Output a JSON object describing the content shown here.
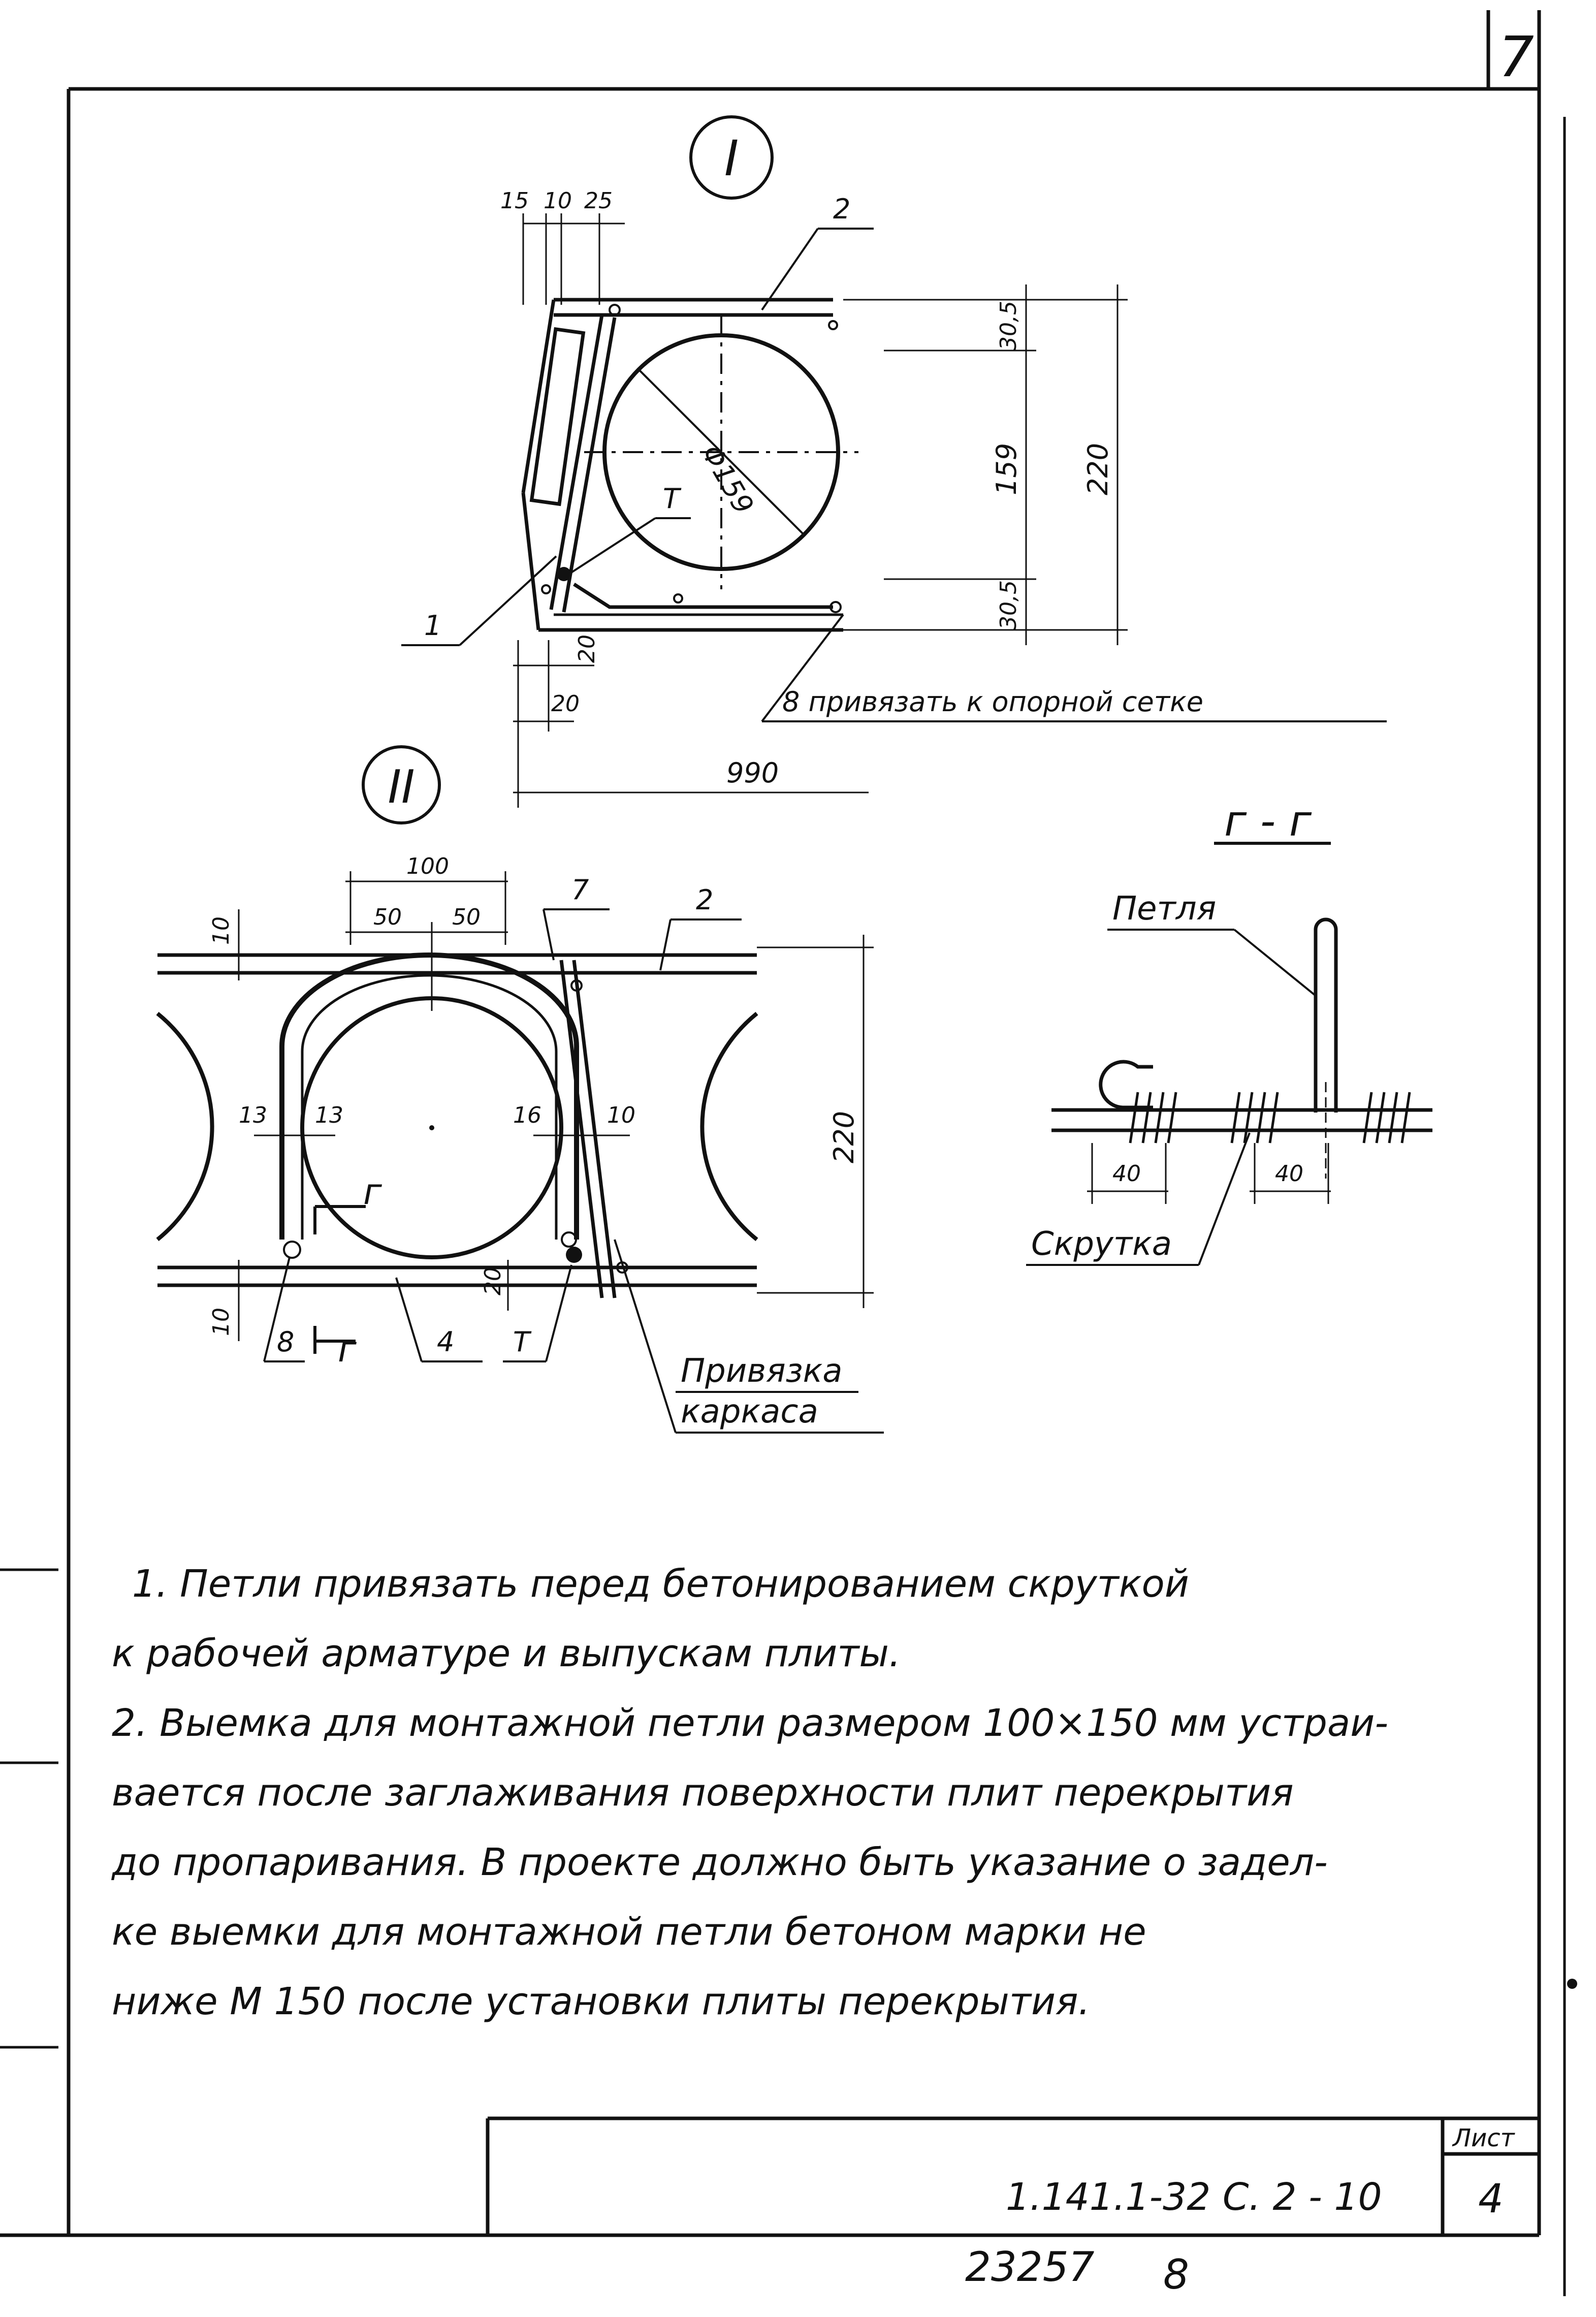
{
  "sheet_corner_number": "7",
  "detail_1": {
    "marker": "I",
    "dims_top": [
      "15",
      "10",
      "25"
    ],
    "diameter": "Φ159",
    "height_parts": [
      "30,5",
      "159",
      "30,5"
    ],
    "height_total": "220",
    "offsets": [
      "20",
      "20"
    ],
    "width": "990",
    "callouts": [
      "1",
      "2",
      "T"
    ],
    "note": "8 привязать к опорной сетке"
  },
  "detail_2": {
    "marker": "II",
    "dim_100": "100",
    "dim_50": [
      "50",
      "50"
    ],
    "dim_10": [
      "10",
      "10"
    ],
    "dim_13": [
      "13",
      "13"
    ],
    "dim_16": "16",
    "dim_10b": "10",
    "dim_20": "20",
    "height": "220",
    "callouts": [
      "7",
      "2",
      "8",
      "4",
      "T"
    ],
    "section_mark": "г",
    "frame_note_1": "Привязка",
    "frame_note_2": "каркаса"
  },
  "section_gg": {
    "title": "г - г",
    "loop_label": "Петля",
    "dims": [
      "40",
      "40"
    ],
    "twist_label": "Скрутка"
  },
  "notes": [
    "1. Петли привязать перед бетонированием скруткой",
    "к рабочей арматуре и выпускам плиты.",
    "2. Выемка для монтажной петли размером 100×150 мм устраи-",
    "вается после заглаживания поверхности плит перекрытия",
    "до пропаривания. В проекте должно быть указание о задел-",
    "ке выемки для монтажной петли бетоном марки не",
    "ниже М 150 после установки плиты перекрытия."
  ],
  "title_block": {
    "sheet_label": "Лист",
    "doc_code": "1.141.1-32 С. 2 - 10",
    "sheet_number": "4"
  },
  "footer": {
    "inventory": "23257",
    "page": "8"
  }
}
